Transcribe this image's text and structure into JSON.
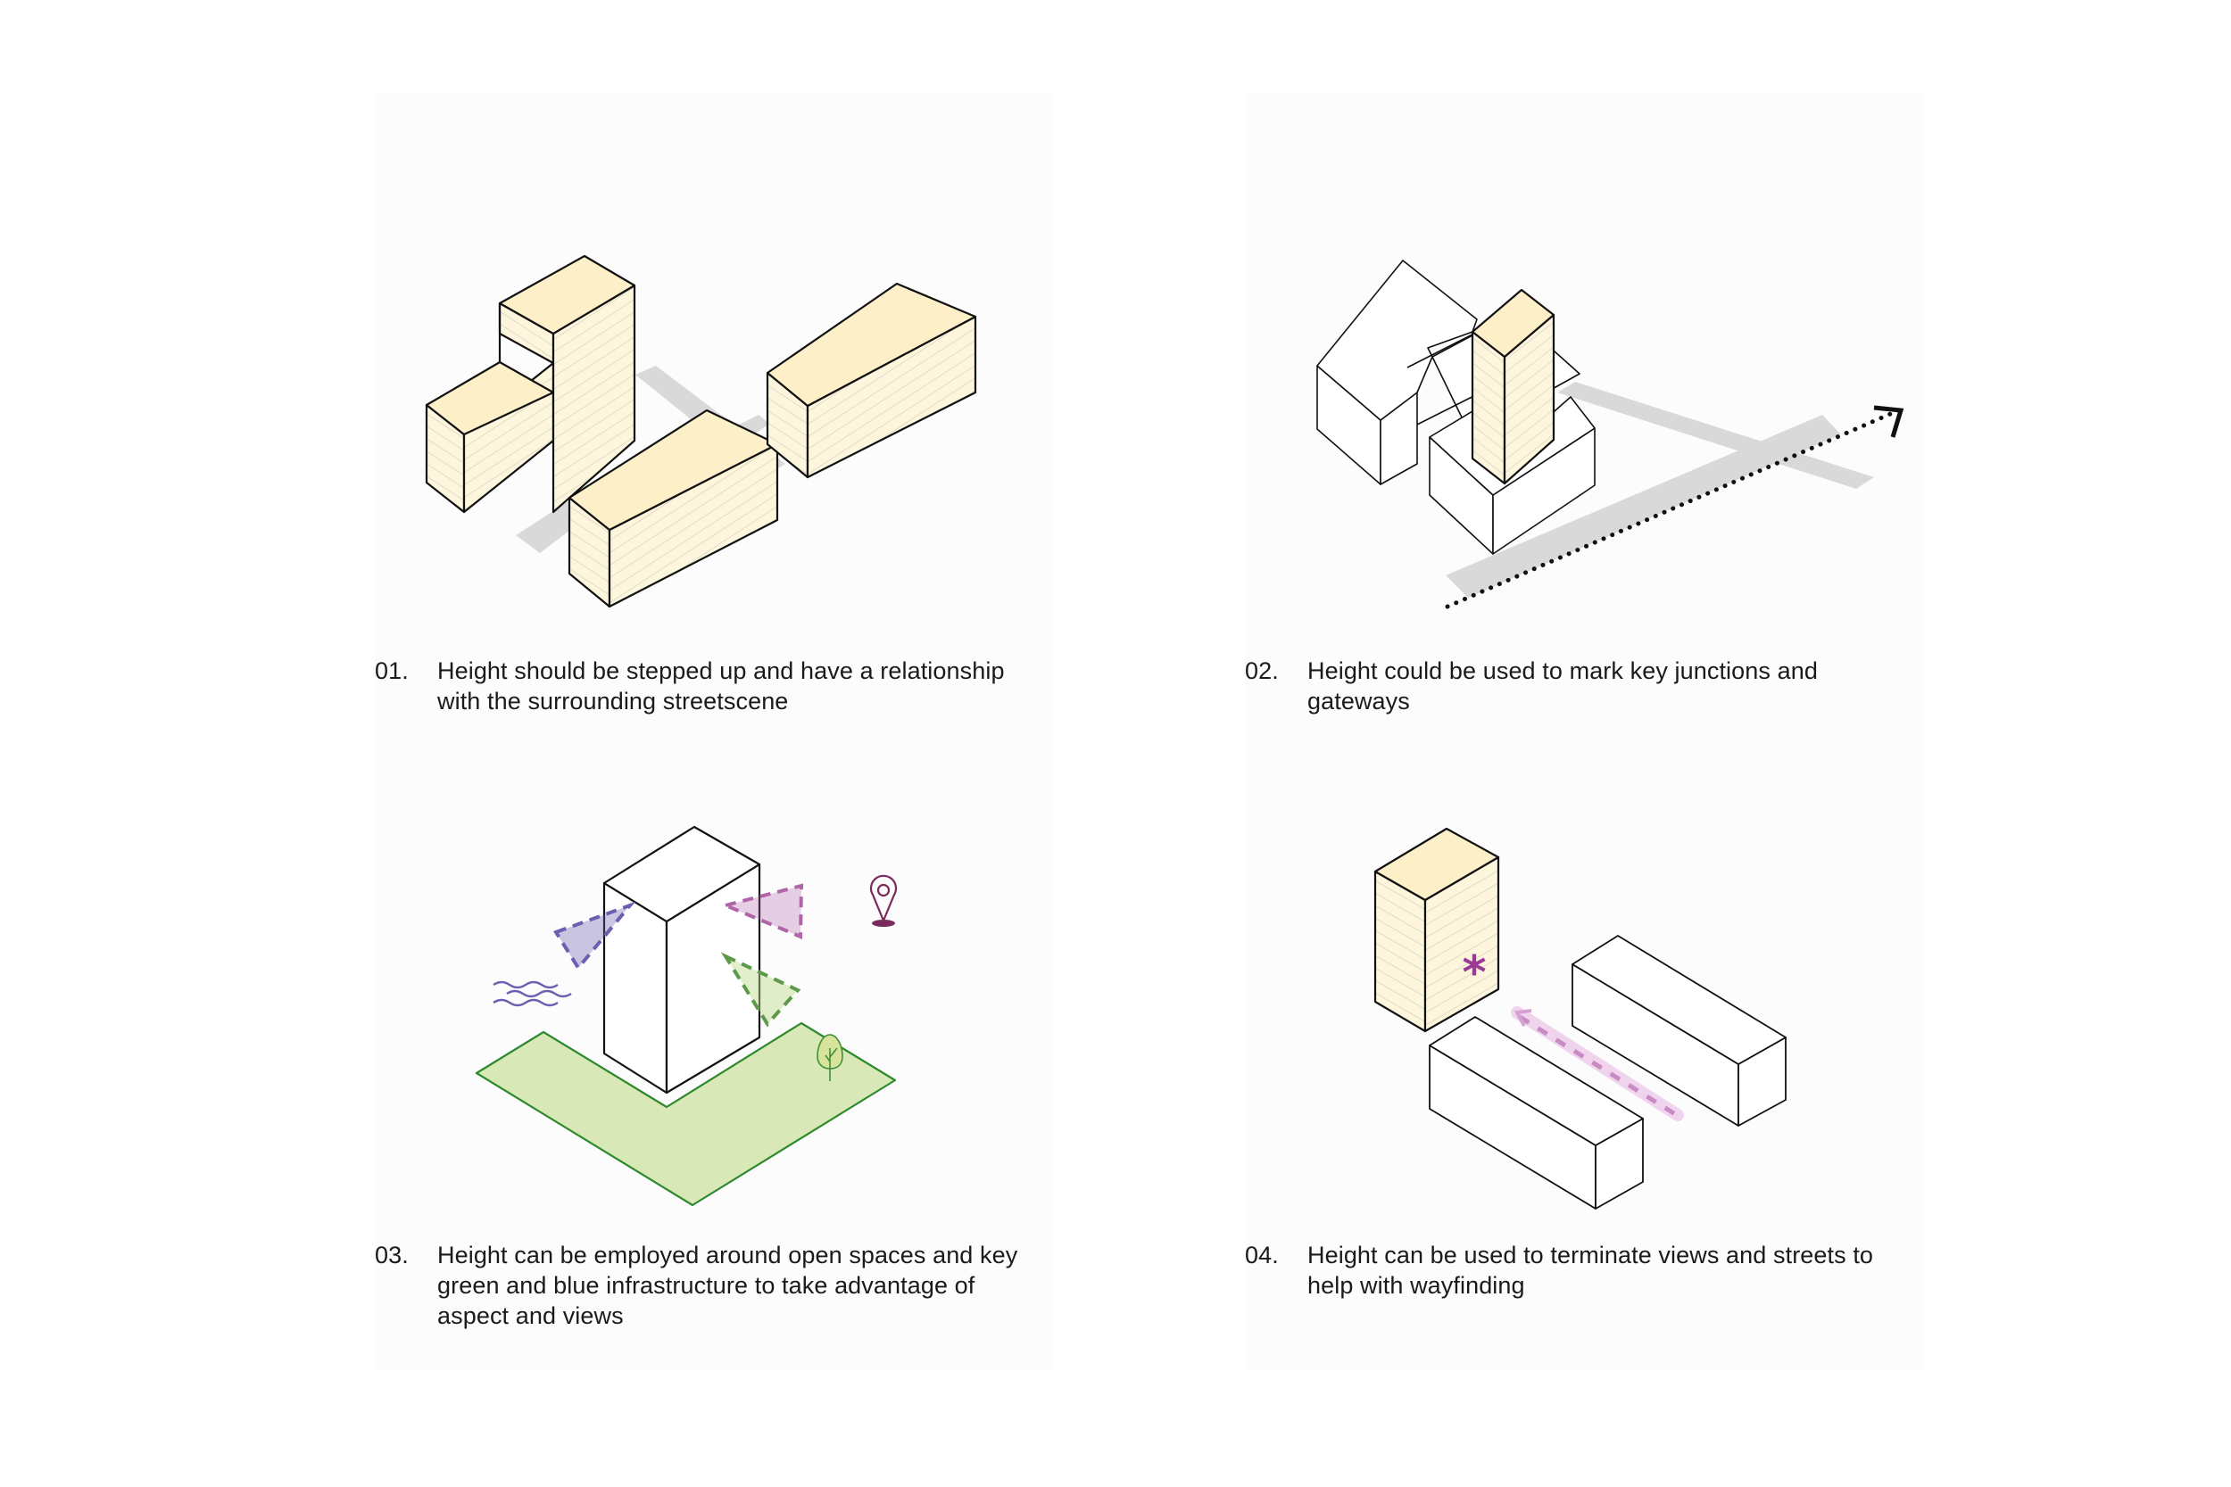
{
  "colors": {
    "building_fill": "#fdf6dc",
    "building_top": "#fdf0c8",
    "floor_lines": "#dedac8",
    "outline": "#111111",
    "street_shadow": "#d9d9d9",
    "green_space": "#d8e8b6",
    "green_outline": "#2f8a2f",
    "view_blue": "#6a5fb0",
    "view_magenta": "#b065a8",
    "view_green": "#5c9a4a",
    "pin": "#7a2a5c",
    "asterisk": "#9a3a96",
    "route_pink": "#c98bc4",
    "caption_text": "#1a1a1a"
  },
  "panels": [
    {
      "id": "01",
      "number": "01.",
      "caption": "Height should be stepped up and have a relationship with the surrounding streetscene",
      "icons": [
        "stepped-building-icon",
        "street-shadow-icon"
      ]
    },
    {
      "id": "02",
      "number": "02.",
      "caption": "Height could be used to mark key junctions and gateways",
      "icons": [
        "perimeter-block-icon",
        "corner-tower-icon",
        "dotted-route-arrow-icon"
      ]
    },
    {
      "id": "03",
      "number": "03.",
      "caption": "Height can be employed around open spaces and key green and blue infrastructure to take advantage of aspect and views",
      "icons": [
        "tower-icon",
        "view-cone-icon",
        "water-waves-icon",
        "location-pin-icon",
        "tree-icon",
        "green-space-icon"
      ]
    },
    {
      "id": "04",
      "number": "04.",
      "caption": "Height can be used to terminate views and streets to help with wayfinding",
      "icons": [
        "landmark-tower-icon",
        "asterisk-icon",
        "dashed-route-arrow-icon",
        "street-block-icon"
      ]
    }
  ]
}
